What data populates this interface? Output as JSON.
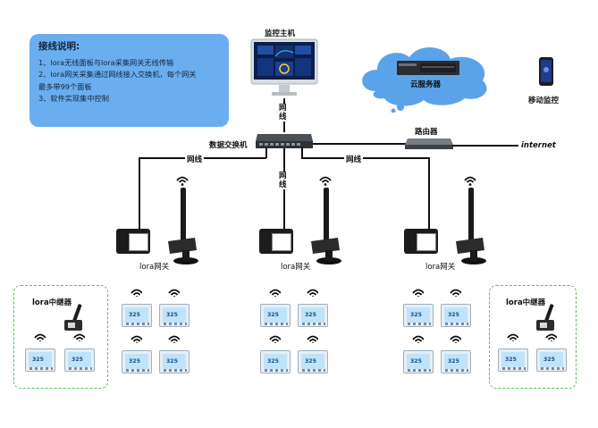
{
  "note": {
    "title": "接线说明:",
    "lines": [
      "1、lora无线面板与lora采集网关无线传输",
      "2、lora网关采集通过网线接入交换机，每个网关",
      "最多带99个面板",
      "3、软件实现集中控制"
    ]
  },
  "labels": {
    "monitor_host": "监控主机",
    "cloud_server": "云服务器",
    "mobile_monitor": "移动监控",
    "switch": "数据交换机",
    "router": "路由器",
    "internet": "internet",
    "cable_vertical_top": "网\n线",
    "cable_mid": "网\n线",
    "cable_left": "网线",
    "cable_right": "网线",
    "gateway": "lora网关",
    "relay": "lora中继器",
    "panel_reading": "325"
  },
  "colors": {
    "note_bg": "#6aaef0",
    "cloud": "#5aa3e8",
    "relay_border": "#5bbf5b",
    "panel_screen": "#bfe3fb"
  }
}
